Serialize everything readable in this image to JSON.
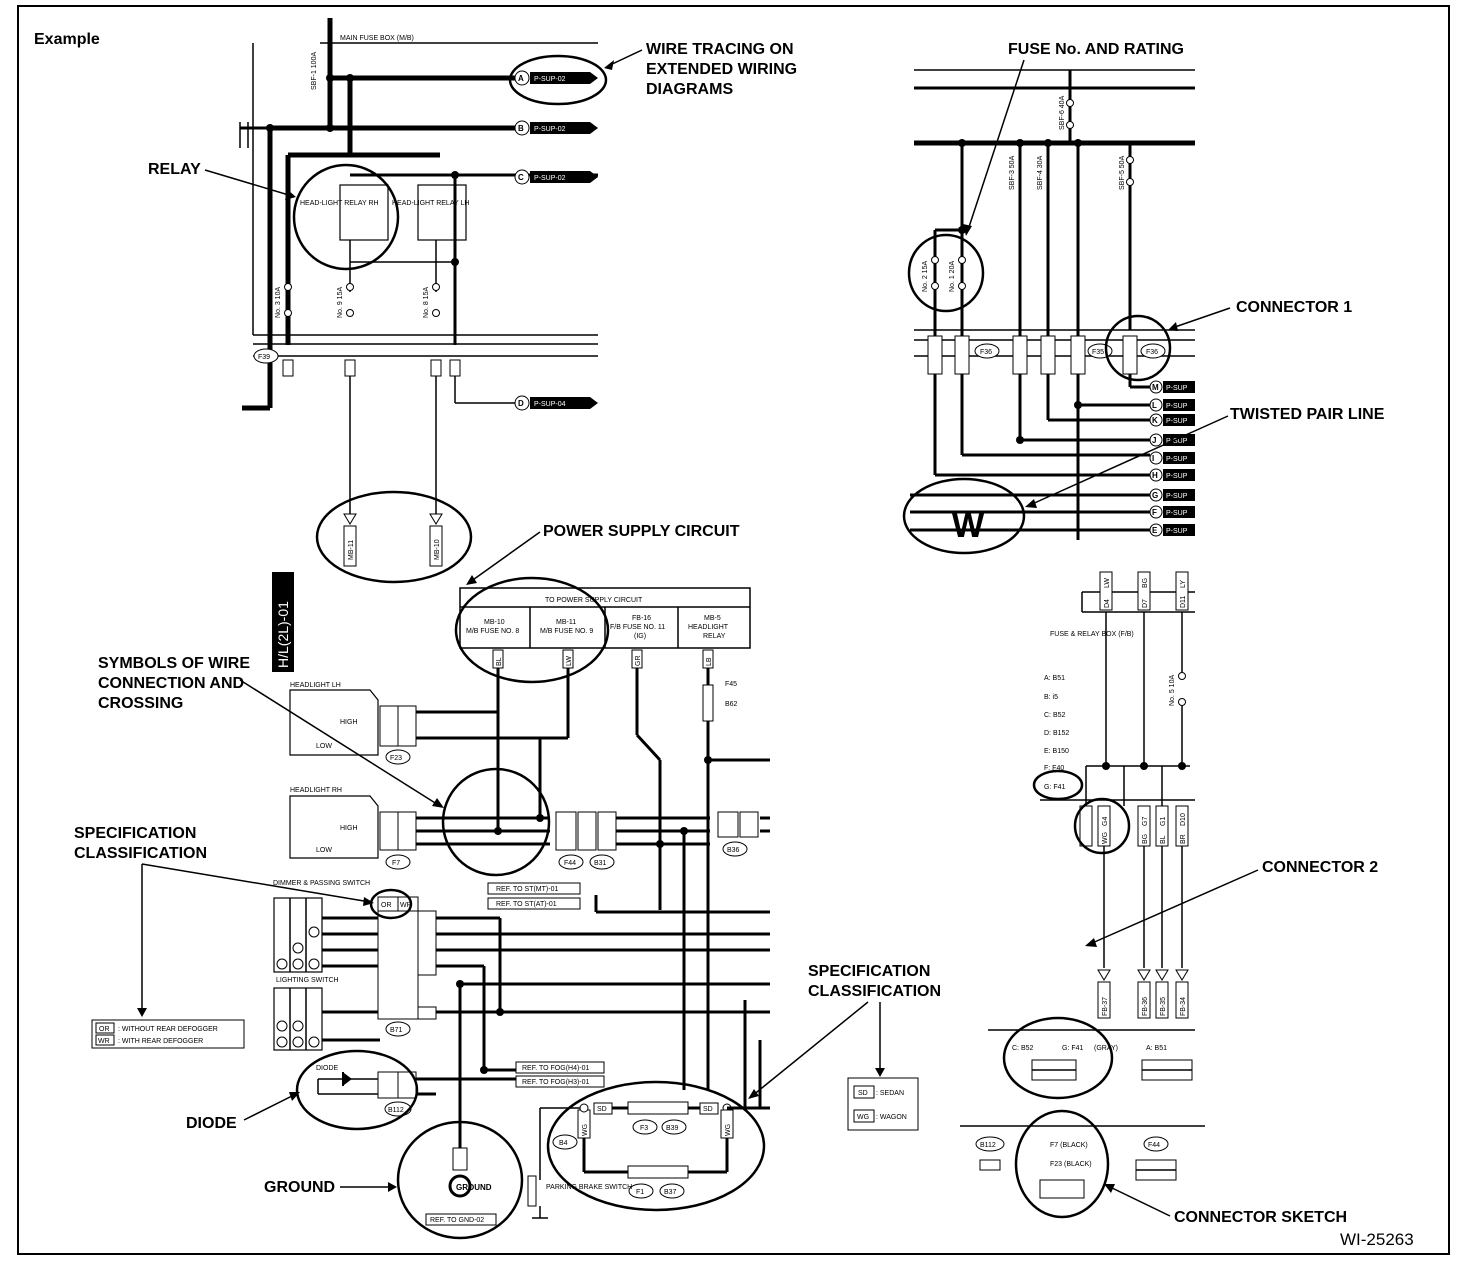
{
  "title": "Example",
  "figure_id": "WI-25263",
  "callouts": {
    "wire_tracing": [
      "WIRE TRACING ON",
      "EXTENDED WIRING",
      "DIAGRAMS"
    ],
    "relay": "RELAY",
    "fuse_rating": "FUSE No. AND RATING",
    "connector1": "CONNECTOR 1",
    "twisted_pair": "TWISTED PAIR LINE",
    "power_supply": "POWER SUPPLY CIRCUIT",
    "wire_symbols": [
      "SYMBOLS OF WIRE",
      "CONNECTION AND",
      "CROSSING"
    ],
    "spec_class_left": [
      "SPECIFICATION",
      "CLASSIFICATION"
    ],
    "spec_class_mid": [
      "SPECIFICATION",
      "CLASSIFICATION"
    ],
    "connector2": "CONNECTOR 2",
    "diode": "DIODE",
    "ground": "GROUND",
    "connector_sketch": "CONNECTOR SKETCH"
  },
  "diagram_text": {
    "main_fuse_box": "MAIN FUSE BOX (M/B)",
    "sbf1": "SBF-1 100A",
    "relay_rh": "HEAD-LIGHT RELAY RH",
    "relay_lh": "HEAD-LIGHT RELAY LH",
    "fuse_no3": "No. 3 10A",
    "fuse_no9": "No. 9 15A",
    "fuse_no8": "No. 8 15A",
    "p_sup": "P-SUP-02",
    "p_sup_d": "P-SUP-04",
    "arrow_a": "A",
    "arrow_b": "B",
    "arrow_c": "C",
    "arrow_d": "D",
    "f39": "F39",
    "mb11": "MB-11",
    "mb10": "MB-10",
    "hl_code": "H/L(2L)-01",
    "ps_header": "TO POWER SUPPLY CIRCUIT",
    "ps_cells": [
      [
        "MB-10",
        "M/B FUSE NO. 8"
      ],
      [
        "MB-11",
        "M/B FUSE NO. 9"
      ],
      [
        "FB-16",
        "F/B FUSE NO. 11",
        "(IG)"
      ],
      [
        "MB-5",
        "HEADLIGHT",
        "RELAY"
      ]
    ],
    "ps_wires": [
      "BL",
      "LW",
      "GR",
      "LB"
    ],
    "headlight_lh": "HEADLIGHT LH",
    "headlight_rh": "HEADLIGHT RH",
    "high": "HIGH",
    "low": "LOW",
    "f23": "F23",
    "f7": "F7",
    "f44": "F44",
    "b31": "B31",
    "b36": "B36",
    "f45": "F45",
    "b62": "B62",
    "dimmer": "DIMMER & PASSING SWITCH",
    "lighting_switch": "LIGHTING SWITCH",
    "or": "OR",
    "wr": "WR",
    "b71": "B71",
    "ref_st_mt": "REF. TO ST(MT)-01",
    "ref_st_at": "REF. TO ST(AT)-01",
    "ref_fog_h4": "REF. TO FOG(H4)-01",
    "ref_fog_h3": "REF. TO FOG(H3)-01",
    "ref_gnd": "REF. TO GND-02",
    "legend_or": ": WITHOUT REAR DEFOGGER",
    "legend_wr": ": WITH REAR DEFOGGER",
    "legend_sd": ": SEDAN",
    "legend_wg": ": WAGON",
    "sd": "SD",
    "wg": "WG",
    "diode_lbl": "DIODE",
    "b112": "B112",
    "b4": "B4",
    "parking_brake": "PARKING BRAKE SWITCH",
    "f3": "F3",
    "b39": "B39",
    "f1": "F1",
    "b37": "B37",
    "fuse_no2": "No. 2 15A",
    "fuse_no1": "No. 1 20A",
    "sbf3": "SBF-3 50A",
    "sbf4": "SBF-4 30A",
    "sbf5": "SBF-5 50A",
    "sbf6": "SBF-6 40A",
    "f36": "F36",
    "f35": "F35",
    "w_mark": "W",
    "p_sup_letters": [
      "M",
      "L",
      "K",
      "J",
      "I",
      "H",
      "G",
      "F",
      "E"
    ],
    "p_sup_short": "P-SUP",
    "fuse_relay_box": "FUSE & RELAY BOX (F/B)",
    "fb_connectors": [
      "A: B51",
      "B: i5",
      "C: B52",
      "D: B152",
      "E: B150",
      "F: F40",
      "G: F41"
    ],
    "no5": "No. 5 10A",
    "fb_pins_top": [
      "D4",
      "D7",
      "D11"
    ],
    "fb_wires_top": [
      "LW",
      "BG",
      "LY"
    ],
    "fb_pins_bot": [
      "G4",
      "G7",
      "G1",
      "D10"
    ],
    "fb_wires_bot": [
      "WG",
      "BG",
      "BL",
      "BR"
    ],
    "fb_labels": [
      "FB-37",
      "FB-36",
      "FB-35",
      "FB-34"
    ],
    "c_b52": "C: B52",
    "g_f41": "G: F41",
    "gray": "(GRAY)",
    "a_b51": "A: B51",
    "f7_black": "F7 (BLACK)",
    "f23_black": "F23 (BLACK)",
    "f44_b": "F44"
  }
}
